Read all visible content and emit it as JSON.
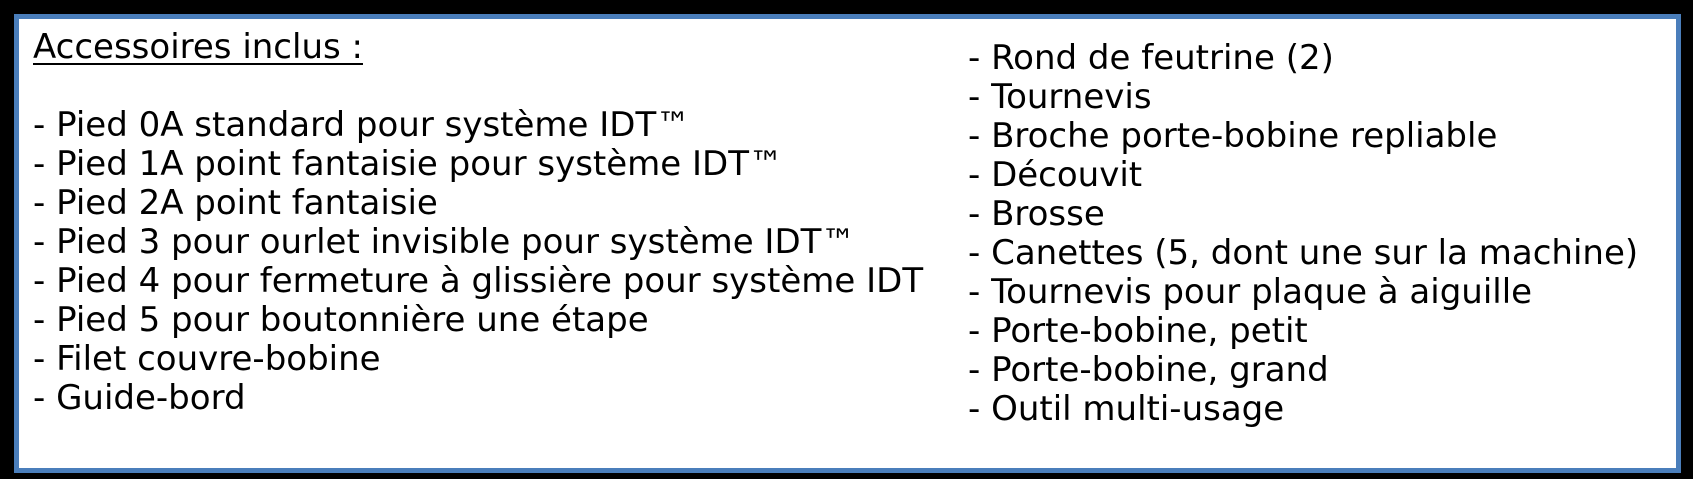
{
  "panel": {
    "border_color": "#4a7ebb",
    "background": "#ffffff",
    "outer_background": "#000000"
  },
  "left_column": {
    "heading": "Accessoires inclus :",
    "items": [
      "- Pied 0A standard pour système IDT™",
      "- Pied 1A point fantaisie pour système IDT™",
      "- Pied 2A point fantaisie",
      "- Pied 3 pour ourlet invisible pour système IDT™",
      "- Pied 4 pour fermeture à glissière pour système IDT",
      "- Pied 5 pour boutonnière une étape",
      "- Filet couvre-bobine",
      "- Guide-bord"
    ]
  },
  "right_column": {
    "items": [
      "- Rond de feutrine (2)",
      "- Tournevis",
      "- Broche porte-bobine repliable",
      "- Découvit",
      "- Brosse",
      "- Canettes (5, dont une sur la machine)",
      "- Tournevis pour plaque à aiguille",
      "- Porte-bobine, petit",
      "- Porte-bobine, grand",
      "- Outil multi-usage"
    ]
  }
}
